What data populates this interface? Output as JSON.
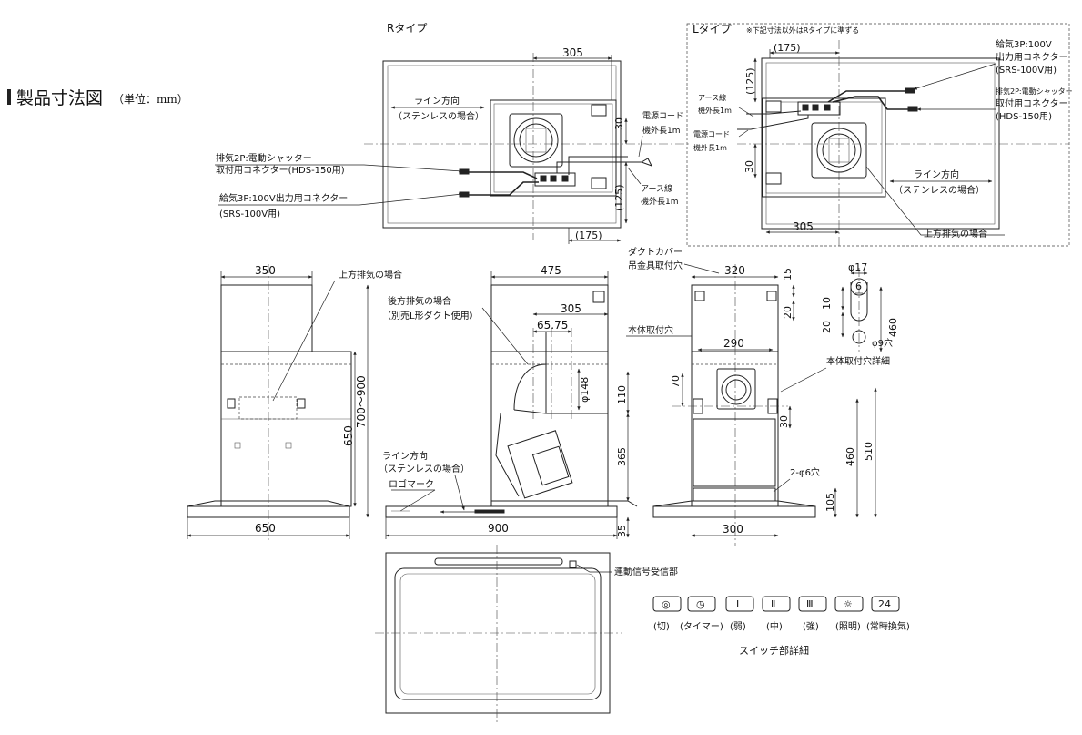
{
  "title": "製品寸法図",
  "unit": "（単位：mm）",
  "r_type": {
    "label": "Rタイプ",
    "dim_305": "305",
    "dim_30": "30",
    "dim_125": "(125)",
    "dim_175": "(175)",
    "line_dir": "ライン方向",
    "line_dir_sub": "（ステンレスの場合）",
    "exhaust_2p_1": "排気2P:電動シャッター",
    "exhaust_2p_2": "取付用コネクター(HDS-150用)",
    "supply_3p_1": "給気3P:100V出力用コネクター",
    "supply_3p_2": "(SRS-100V用)",
    "power_1": "電源コード",
    "power_2": "機外長1m",
    "earth_1": "アース線",
    "earth_2": "機外長1m"
  },
  "l_type": {
    "label": "Lタイプ",
    "note": "※下記寸法以外はRタイプに準ずる",
    "dim_175": "(175)",
    "dim_125": "(125)",
    "dim_30": "30",
    "dim_305": "305",
    "supply_1": "給気3P:100V",
    "supply_2": "出力用コネクター",
    "supply_3": "(SRS-100V用)",
    "exhaust_1": "排気2P:電動シャッター",
    "exhaust_2": "取付用コネクター",
    "exhaust_3": "(HDS-150用)",
    "earth_1": "アース線",
    "earth_2": "機外長1m",
    "power_1": "電源コード",
    "power_2": "機外長1m",
    "line_dir": "ライン方向",
    "line_dir_sub": "（ステンレスの場合）",
    "top_exhaust": "上方排気の場合"
  },
  "front": {
    "dim_350": "350",
    "dim_650_h": "650",
    "dim_700_900": "700～900",
    "dim_650_w": "650",
    "top_exhaust": "上方排気の場合"
  },
  "side": {
    "dim_475": "475",
    "dim_305": "305",
    "dim_65_75": "65.75",
    "dim_phi148": "φ148",
    "dim_110": "110",
    "dim_365": "365",
    "dim_35": "35",
    "dim_900": "900",
    "rear_1": "後方排気の場合",
    "rear_2": "（別売L形ダクト使用）",
    "line_dir": "ライン方向",
    "line_dir_sub": "（ステンレスの場合）",
    "logo": "ロゴマーク"
  },
  "mount": {
    "duct_1": "ダクトカバー",
    "duct_2": "吊金具取付穴",
    "dim_320": "320",
    "dim_15": "15",
    "dim_20": "20",
    "body_hole": "本体取付穴",
    "dim_290": "290",
    "dim_70": "70",
    "dim_30": "30",
    "dim_460": "460",
    "dim_510": "510",
    "hole_2phi6": "2-φ6穴",
    "dim_105": "105",
    "dim_300": "300"
  },
  "hole_detail": {
    "dim_phi17": "φ17",
    "dim_6": "6",
    "dim_10": "10",
    "dim_20": "20",
    "dim_460": "460",
    "dim_phi9": "φ9穴",
    "label": "本体取付穴詳細"
  },
  "bottom": {
    "signal": "連動信号受信部"
  },
  "switch": {
    "title": "スイッチ部詳細",
    "buttons": [
      {
        "symbol": "◎",
        "label": "(切)"
      },
      {
        "symbol": "◷",
        "label": "(タイマー)"
      },
      {
        "symbol": "Ⅰ",
        "label": "(弱)"
      },
      {
        "symbol": "Ⅱ",
        "label": "(中)"
      },
      {
        "symbol": "Ⅲ",
        "label": "(強)"
      },
      {
        "symbol": "☼",
        "label": "(照明)"
      },
      {
        "symbol": "24",
        "label": "(常時換気)"
      }
    ]
  }
}
